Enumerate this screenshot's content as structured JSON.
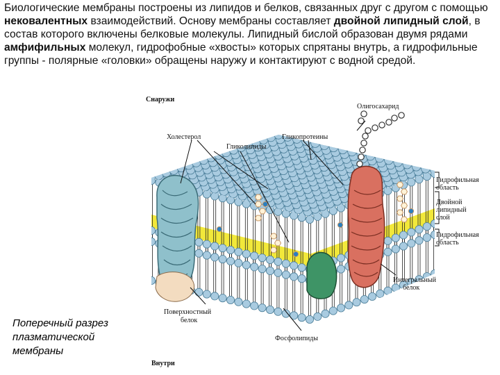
{
  "intro": {
    "s1": "Биологические мембраны построены из липидов и белков, связанных друг с другом с помощью ",
    "s1b": "нековалентных",
    "s2": " взаимодействий. Основу мембраны составляет ",
    "s2b": "двойной липидный слой",
    "s3": ", в состав которого включены белковые молекулы. Липидный бислой образован двумя рядами ",
    "s3b": "амфифильных",
    "s4": " молекул, гидрофобные «хвосты» которых спрятаны внутрь, а гидрофильные группы - полярные «головки» обращены наружу и контактируют с водной средой."
  },
  "caption": {
    "l1": "Поперечный разрез",
    "l2": "плазматической",
    "l3": "мембраны"
  },
  "labels": {
    "outside": "Снаружи",
    "inside": "Внутри",
    "oligo": "Олигосахарид",
    "cholesterol": "Холестерол",
    "glycoproteins": "Гликопротеины",
    "glycolipids": "Гликолипиды",
    "hydrophilic_top_1": "Гидрофильная",
    "hydrophilic_top_2": "область",
    "bilayer_1": "Двойной",
    "bilayer_2": "липидный",
    "bilayer_3": "слой",
    "hydrophilic_bot_1": "Гидрофильная",
    "hydrophilic_bot_2": "область",
    "integral_1": "Интегральный",
    "integral_2": "белок",
    "surface_1": "Поверхностный",
    "surface_2": "белок",
    "phospholipids": "Фосфолипиды"
  },
  "colors": {
    "head": "#a9cbe0",
    "tail_band": "#f2e83a",
    "protein_blue": "#8fc0cb",
    "protein_red": "#d97060",
    "protein_green": "#3e9466",
    "surface_protein": "#f3dcc0",
    "cholesterol_dot": "#2a7fc0"
  }
}
